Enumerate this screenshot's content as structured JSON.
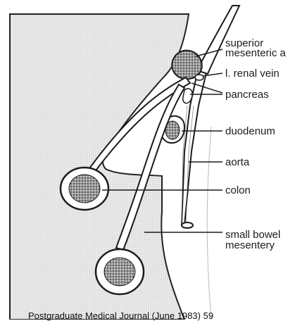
{
  "labels": {
    "sma_line1": "superior",
    "sma_line2": "mesenteric a",
    "renal_vein": "l.  renal vein",
    "pancreas": "pancreas",
    "duodenum": "duodenum",
    "aorta": "aorta",
    "colon": "colon",
    "mesentery_line1": "small bowel",
    "mesentery_line2": "mesentery"
  },
  "caption": "Postgraduate Medical Journal (June 1983) 59",
  "colors": {
    "shade": "#dedede",
    "ink": "#1c1c1c",
    "stipple": "#8a8a8a"
  }
}
